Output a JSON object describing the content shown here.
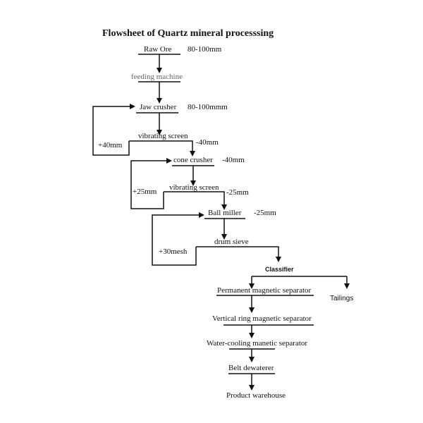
{
  "title": "Flowsheet of Quartz mineral processsing",
  "nodes": {
    "raw_ore": {
      "label": "Raw Ore",
      "size": "80-100mm"
    },
    "feeding_machine": {
      "label": "feeding machine"
    },
    "jaw_crusher": {
      "label": "Jaw crusher",
      "size": "80-100mmm"
    },
    "vibrating_screen_1": {
      "label": "vibrating screen",
      "oversize": "+40mm",
      "undersize": "-40mm"
    },
    "cone_crusher": {
      "label": "cone crusher",
      "size": "-40mm"
    },
    "vibrating_screen_2": {
      "label": "vibrating screen",
      "oversize": "+25mm",
      "undersize": "-25mm"
    },
    "ball_miller": {
      "label": "Ball miller",
      "size": "-25mm"
    },
    "drum_sieve": {
      "label": "drum sieve",
      "oversize": "+30mesh"
    },
    "classifier": {
      "label": "Classifier"
    },
    "tailings": {
      "label": "Tailings"
    },
    "permanent_magnetic_separator": {
      "label": "Permanent magnetic separator"
    },
    "vertical_ring_magnetic_separator": {
      "label": "Vertical ring magnetic separator"
    },
    "water_cooling_magnetic_separator": {
      "label": "Water-cooling manetic separator"
    },
    "belt_dewaterer": {
      "label": "Belt dewaterer"
    },
    "product_warehouse": {
      "label": "Product warehouse"
    }
  },
  "edges": [
    [
      "raw_ore",
      "feeding_machine"
    ],
    [
      "feeding_machine",
      "jaw_crusher"
    ],
    [
      "jaw_crusher",
      "vibrating_screen_1"
    ],
    [
      "vibrating_screen_1",
      "jaw_crusher",
      "+40mm"
    ],
    [
      "vibrating_screen_1",
      "cone_crusher",
      "-40mm"
    ],
    [
      "cone_crusher",
      "vibrating_screen_2"
    ],
    [
      "vibrating_screen_2",
      "cone_crusher",
      "+25mm"
    ],
    [
      "vibrating_screen_2",
      "ball_miller",
      "-25mm"
    ],
    [
      "ball_miller",
      "drum_sieve"
    ],
    [
      "drum_sieve",
      "ball_miller",
      "+30mesh"
    ],
    [
      "drum_sieve",
      "classifier"
    ],
    [
      "classifier",
      "permanent_magnetic_separator"
    ],
    [
      "classifier",
      "tailings"
    ],
    [
      "permanent_magnetic_separator",
      "vertical_ring_magnetic_separator"
    ],
    [
      "vertical_ring_magnetic_separator",
      "water_cooling_magnetic_separator"
    ],
    [
      "water_cooling_magnetic_separator",
      "belt_dewaterer"
    ],
    [
      "belt_dewaterer",
      "product_warehouse"
    ]
  ]
}
